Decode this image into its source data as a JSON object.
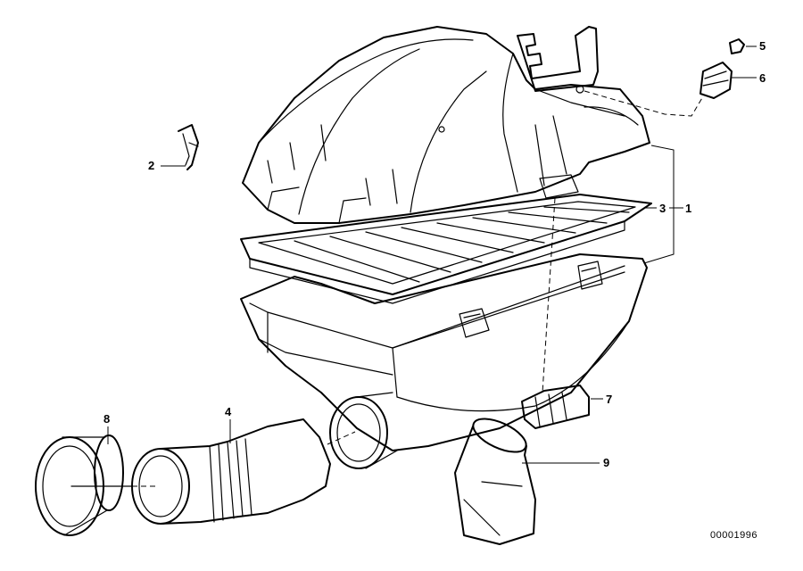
{
  "labels": {
    "p1": "1",
    "p2": "2",
    "p3": "3",
    "p4": "4",
    "p5": "5",
    "p6": "6",
    "p7": "7",
    "p8": "8",
    "p9": "9"
  },
  "reference": "00001996"
}
